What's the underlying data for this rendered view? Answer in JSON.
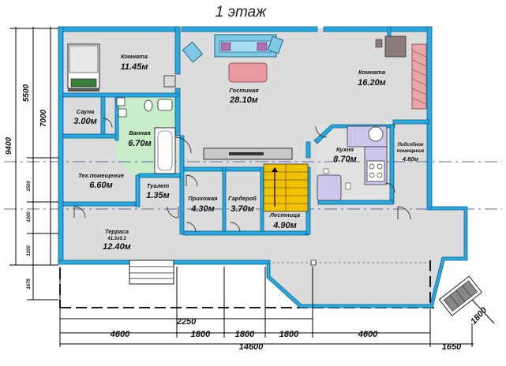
{
  "title": "1 этаж",
  "rooms": {
    "bedroom_nw": {
      "name": "Комната",
      "area": "11.45м"
    },
    "living": {
      "name": "Гостиная",
      "area": "28.10м"
    },
    "bedroom_ne": {
      "name": "Комната",
      "area": "16.20м"
    },
    "sauna": {
      "name": "Сауна",
      "area": "3.00м"
    },
    "bath": {
      "name": "Ванная",
      "area": "6.70м"
    },
    "kitchen": {
      "name": "Кухня",
      "area": "8.70м"
    },
    "utility": {
      "name_line1": "Подсобное",
      "name_line2": "помещение",
      "area": "4.80м"
    },
    "tech": {
      "name": "Тех.помещение",
      "area": "6.60м"
    },
    "toilet": {
      "name": "Туалет",
      "area": "1.35м"
    },
    "hall": {
      "name": "Прихожая",
      "area": "4.30м"
    },
    "wardrobe": {
      "name": "Гардероб",
      "area": "3.70м"
    },
    "stairs": {
      "name": "Лестница",
      "area": "4.90м"
    },
    "terrace": {
      "name": "Терраса",
      "note": "41.3x0.3",
      "area": "12.40м"
    }
  },
  "dimensions": {
    "bottom_top_row": [
      "4600",
      "1800",
      "1800",
      "1800",
      "4600"
    ],
    "bottom_mid": "2250",
    "bottom_total": "14600",
    "bottom_extra": "1650",
    "diagonal": "1800",
    "left_outer": "9400",
    "left_mid": "5500",
    "left_inner": "7000",
    "left_small": [
      "1500",
      "1200",
      "1200",
      "1675"
    ]
  },
  "colors": {
    "wall": "#27a9e1",
    "room_fill": "#dcdcdc",
    "bath_fill": "#c9ecc9",
    "kitchen_fill": "#cfc6ec",
    "stairs_fill": "#f2c200",
    "sofa": "#7fc8e6",
    "table": "#e89aa0",
    "fireplace": "#e8a8a8"
  }
}
